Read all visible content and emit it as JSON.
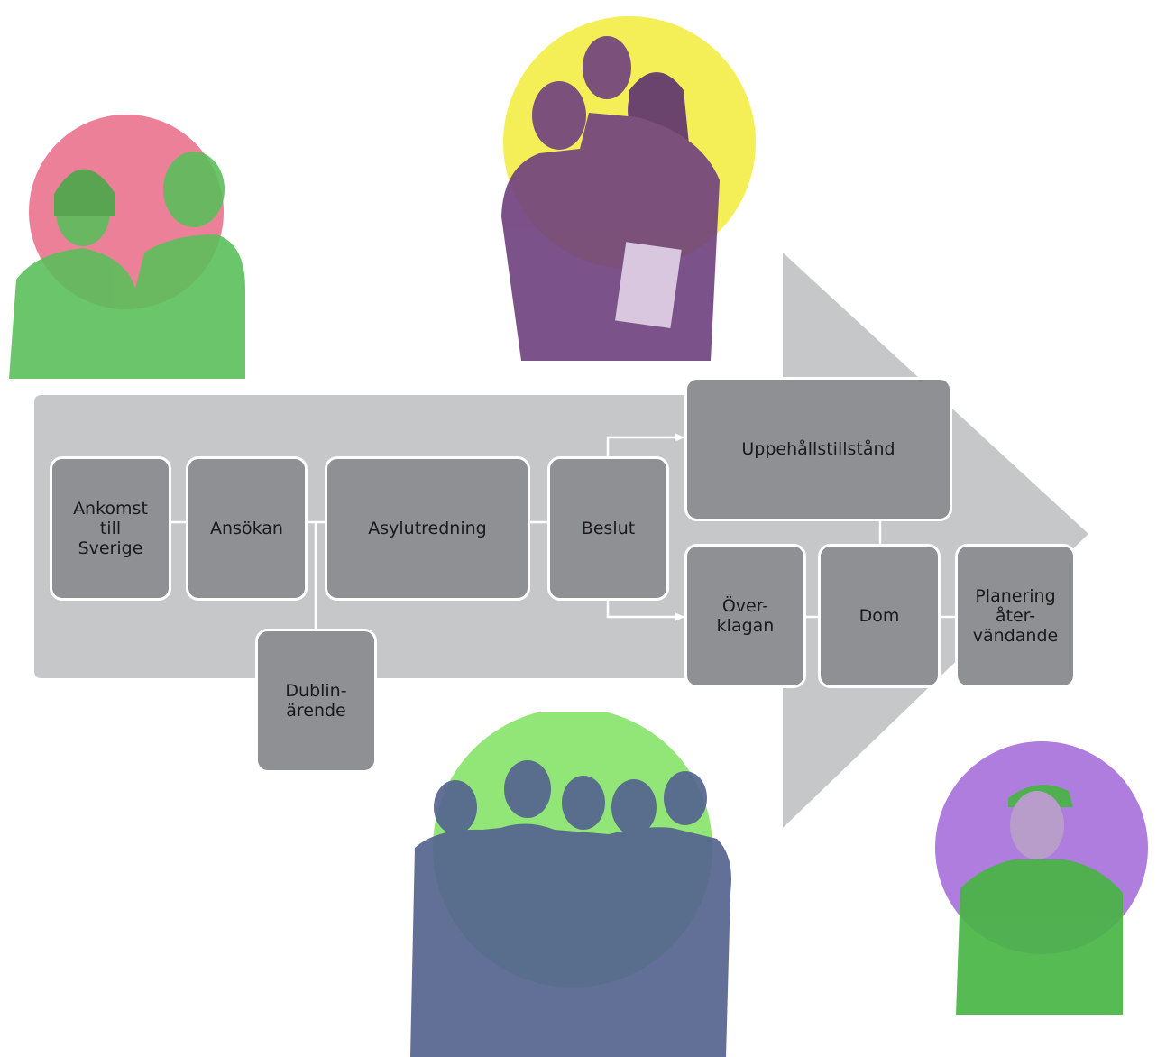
{
  "diagram": {
    "colors": {
      "arrow": "#c6c7c9",
      "box": "#8f9094",
      "box_border": "#ffffff",
      "connector": "#ffffff",
      "text": "#1a1a1a"
    },
    "steps": {
      "ankomst": "Ankomst\ntill\nSverige",
      "ansokan": "Ansökan",
      "asylutredning": "Asylutredning",
      "beslut": "Beslut",
      "uppehallstillstand": "Uppehållstillstånd",
      "overklagan": "Över-\nklagan",
      "dom": "Dom",
      "planering": "Planering\nåter-\nvändande",
      "dublin": "Dublin-\närende"
    }
  },
  "illustrations": {
    "couple": {
      "halo_color": "#e8607f",
      "figure_color": "#5bbf5b",
      "icon": "couple-illustration"
    },
    "family": {
      "halo_color": "#f2ec3a",
      "figure_color": "#6e3f7e",
      "icon": "family-illustration"
    },
    "group": {
      "halo_color": "#6ddc4a",
      "figure_color": "#55648f",
      "icon": "group-illustration"
    },
    "man": {
      "halo_color": "#9a5cd6",
      "figure_color": "#49b545",
      "icon": "man-illustration"
    }
  }
}
